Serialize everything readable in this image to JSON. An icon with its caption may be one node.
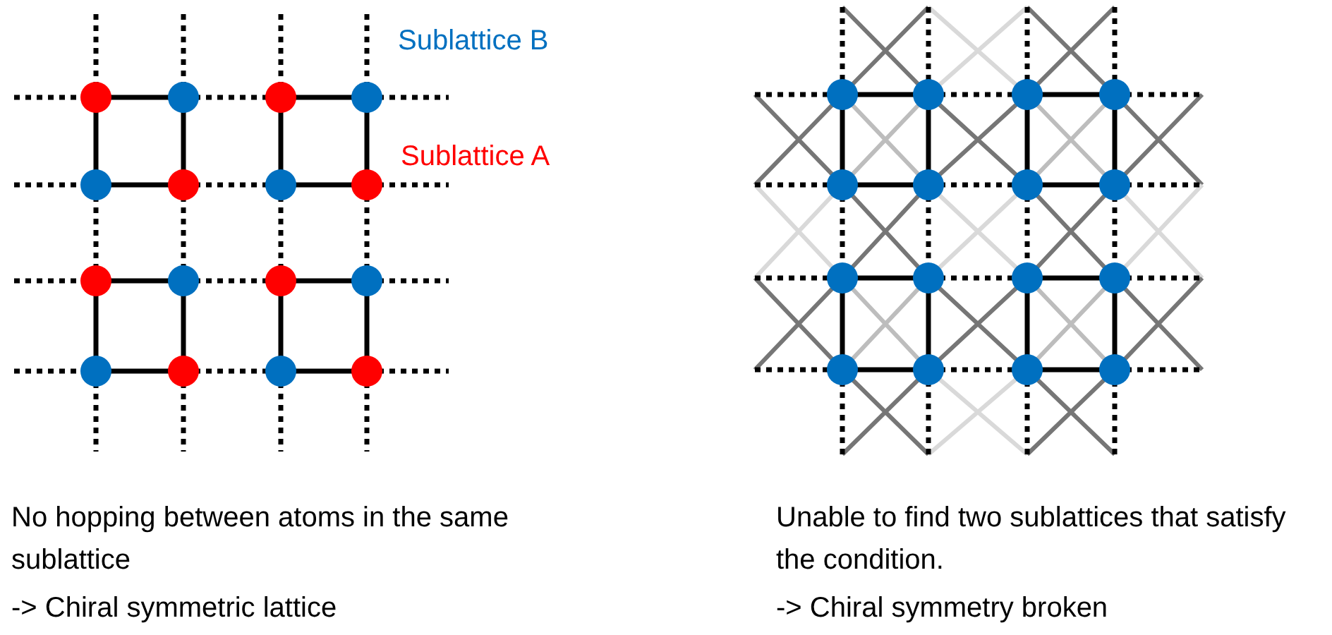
{
  "diagram": {
    "labels": [
      "Sublattice B",
      "Sublattice A",
      "No hopping between atoms in the same sublattice",
      "-> Chiral symmetric lattice",
      "Unable to find two sublattices that satisfy the condition.",
      "-> Chiral symmetry broken"
    ]
  }
}
